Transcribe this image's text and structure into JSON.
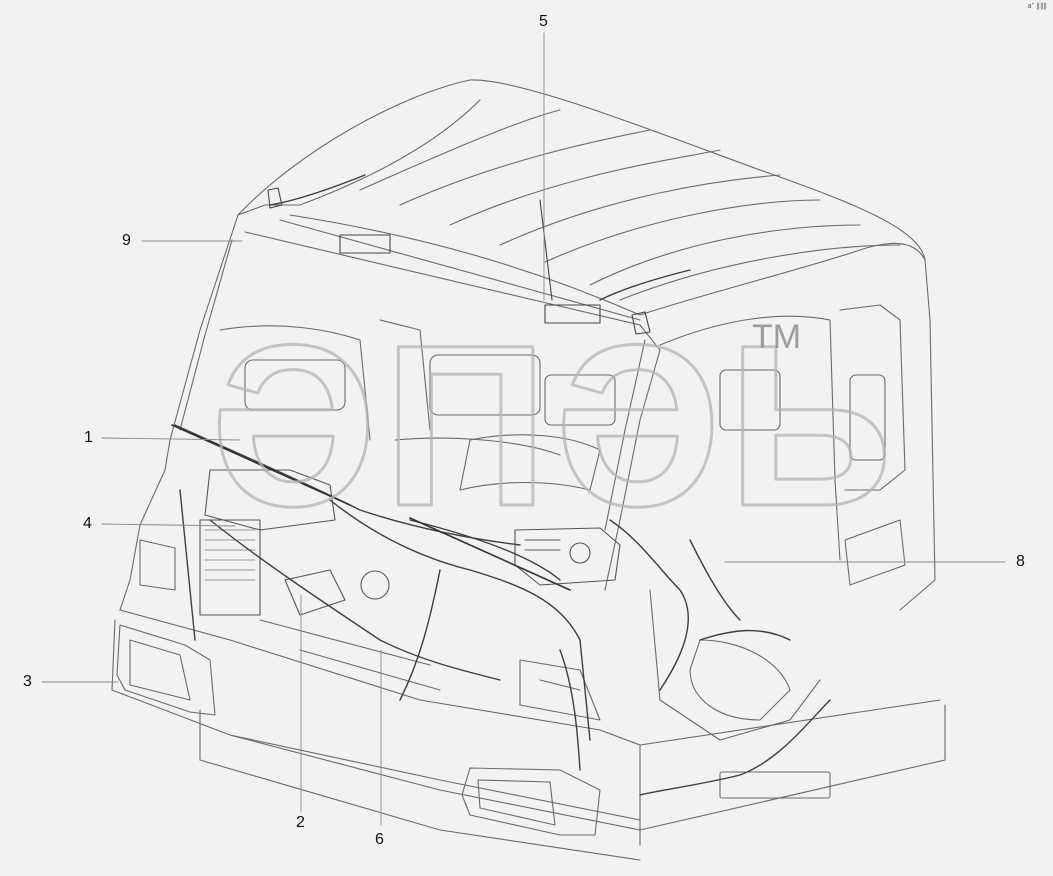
{
  "callouts": {
    "c1": "1",
    "c2": "2",
    "c3": "3",
    "c4": "4",
    "c5": "5",
    "c6": "6",
    "c8": "8",
    "c9": "9"
  },
  "watermark": {
    "text": "ӘПӘЬ",
    "trademark": "TM"
  },
  "corner_mark": "a″ ∥∥∥"
}
